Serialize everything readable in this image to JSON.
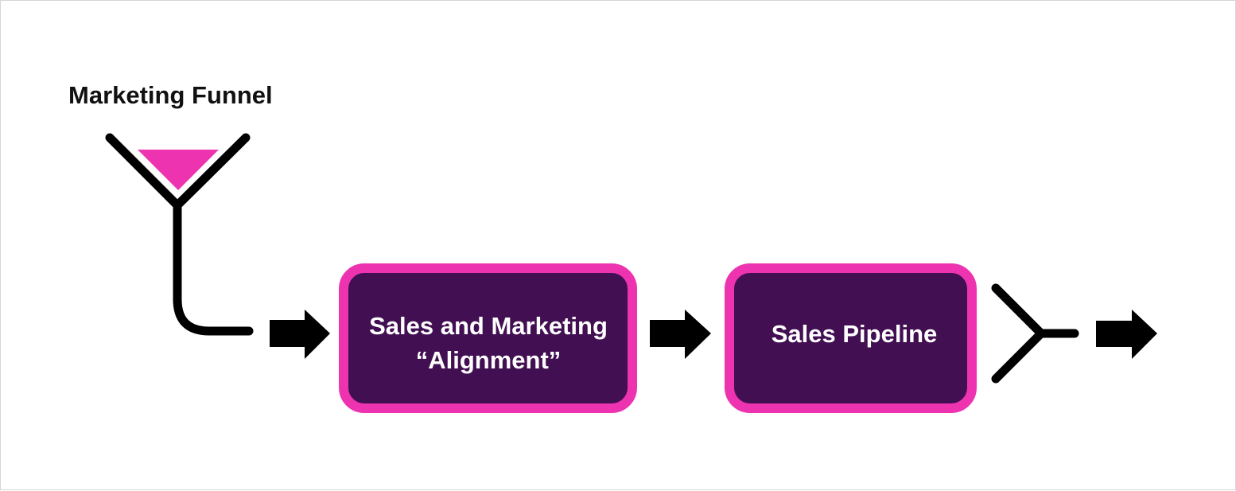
{
  "diagram": {
    "title": "Marketing Funnel",
    "stages": [
      {
        "line1": "Sales and Marketing",
        "line2": "“Alignment”"
      },
      {
        "line1": "Sales Pipeline"
      }
    ]
  },
  "colors": {
    "accent_pink": "#ee33b0",
    "box_fill": "#420f52",
    "stroke": "#000000"
  }
}
